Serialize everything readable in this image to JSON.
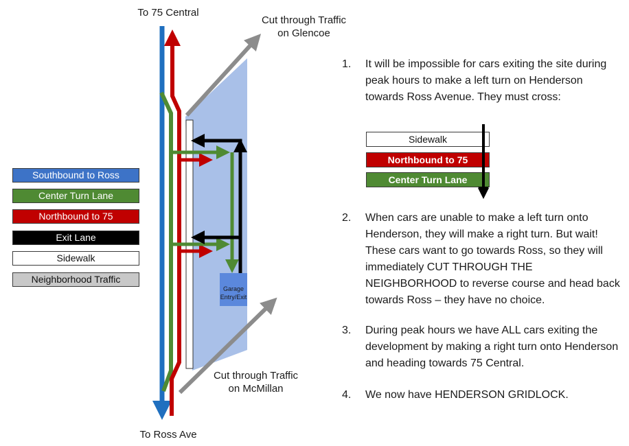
{
  "labels": {
    "top_direction": "To 75 Central",
    "bottom_direction": "To Ross Ave",
    "cut_glencoe": "Cut through Traffic\non Glencoe",
    "cut_mcmillan": "Cut through Traffic\non McMillan",
    "garage": "Garage\nEntry/Exit"
  },
  "legend": {
    "southbound": "Southbound to Ross",
    "center": "Center Turn Lane",
    "northbound": "Northbound to 75",
    "exit": "Exit Lane",
    "sidewalk": "Sidewalk",
    "neighborhood": "Neighborhood Traffic"
  },
  "colors": {
    "southbound": "#1f6fbf",
    "center": "#4f8a33",
    "northbound": "#c00000",
    "exit": "#000000",
    "neighborhood": "#8c8c8c",
    "site": "#a9c0e8"
  },
  "steps": [
    {
      "num": "1.",
      "text": "It will be impossible for cars exiting the site during peak hours to make a left turn on Henderson towards Ross Avenue. They must cross:"
    },
    {
      "num": "2.",
      "text": "When cars are unable to make a left turn onto Henderson, they will make a right turn. But wait! These cars want to go towards Ross, so they will immediately CUT THROUGH THE NEIGHBORHOOD to reverse course and head back towards Ross – they have no choice."
    },
    {
      "num": "3.",
      "text": "During peak hours we have ALL cars exiting the development by making a right turn onto Henderson and heading towards 75 Central."
    },
    {
      "num": "4.",
      "text": "We now have HENDERSON GRIDLOCK."
    }
  ],
  "crossing": {
    "sidewalk": "Sidewalk",
    "northbound": "Northbound to 75",
    "center": "Center Turn Lane"
  }
}
